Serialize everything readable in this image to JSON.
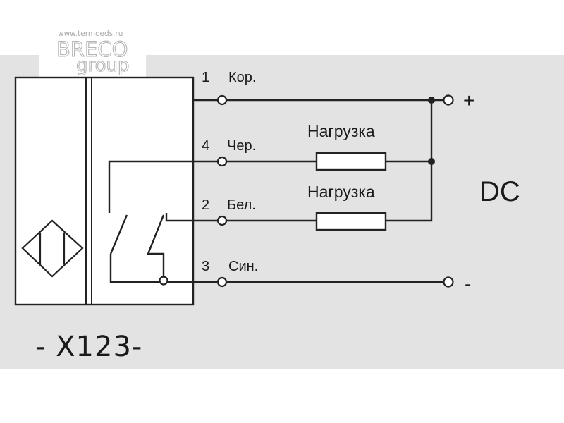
{
  "watermark": {
    "url": "www.termoeds.ru",
    "brand_line1": "BRECO",
    "brand_line2": "group"
  },
  "sensor": {
    "model": "- X123-"
  },
  "wires": [
    {
      "pin": "1",
      "color_name": "Кор."
    },
    {
      "pin": "4",
      "color_name": "Чер."
    },
    {
      "pin": "2",
      "color_name": "Бел."
    },
    {
      "pin": "3",
      "color_name": "Син."
    }
  ],
  "loads": [
    {
      "label": "Нагрузка"
    },
    {
      "label": "Нагрузка"
    }
  ],
  "supply": {
    "type": "DC",
    "positive": "+",
    "negative": "-"
  },
  "colors": {
    "background_panel": "#e3e3e3",
    "lines": "#222222",
    "text": "#1a1a1a",
    "watermark": "#aaaaaa"
  }
}
